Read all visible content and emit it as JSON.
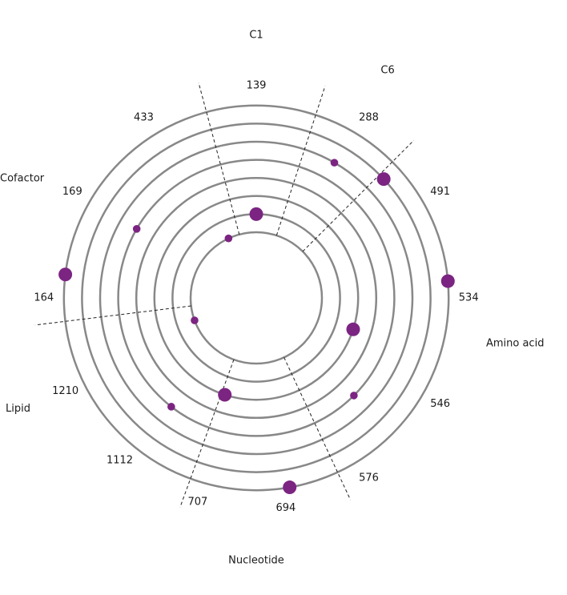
{
  "chart_data": {
    "type": "circos-ring",
    "ring_count": 8,
    "colors": {
      "ring": "#888888",
      "dot": "#7b2482",
      "divider": "#222222"
    },
    "category_labels": [
      {
        "text": "C1",
        "angle": 0
      },
      {
        "text": "C6",
        "angle": 30
      },
      {
        "text": "Amino acid",
        "angle": 100
      },
      {
        "text": "Nucleotide",
        "angle": 180
      },
      {
        "text": "Lipid",
        "angle": 245
      },
      {
        "text": "Cofactor",
        "angle": 297
      }
    ],
    "count_labels": [
      {
        "text": "139",
        "angle": 0
      },
      {
        "text": "288",
        "angle": 32
      },
      {
        "text": "491",
        "angle": 60
      },
      {
        "text": "534",
        "angle": 90
      },
      {
        "text": "546",
        "angle": 120
      },
      {
        "text": "576",
        "angle": 148
      },
      {
        "text": "694",
        "angle": 172
      },
      {
        "text": "707",
        "angle": 196
      },
      {
        "text": "1112",
        "angle": 220
      },
      {
        "text": "1210",
        "angle": 244
      },
      {
        "text": "164",
        "angle": 270
      },
      {
        "text": "169",
        "angle": 300
      },
      {
        "text": "433",
        "angle": 328
      }
    ],
    "dividers": [
      -15,
      18,
      45,
      155,
      200,
      263
    ],
    "points": [
      {
        "angle": 0,
        "ring": 2,
        "size": 2
      },
      {
        "angle": 335,
        "ring": 1,
        "size": 1
      },
      {
        "angle": 30,
        "ring": 6,
        "size": 1
      },
      {
        "angle": 47,
        "ring": 7,
        "size": 2
      },
      {
        "angle": 85,
        "ring": 8,
        "size": 2
      },
      {
        "angle": 108,
        "ring": 3,
        "size": 2
      },
      {
        "angle": 135,
        "ring": 5,
        "size": 1
      },
      {
        "angle": 170,
        "ring": 8,
        "size": 2
      },
      {
        "angle": 198,
        "ring": 3,
        "size": 2
      },
      {
        "angle": 218,
        "ring": 5,
        "size": 1
      },
      {
        "angle": 250,
        "ring": 1,
        "size": 1
      },
      {
        "angle": 300,
        "ring": 5,
        "size": 1
      },
      {
        "angle": 277,
        "ring": 8,
        "size": 2
      }
    ]
  }
}
